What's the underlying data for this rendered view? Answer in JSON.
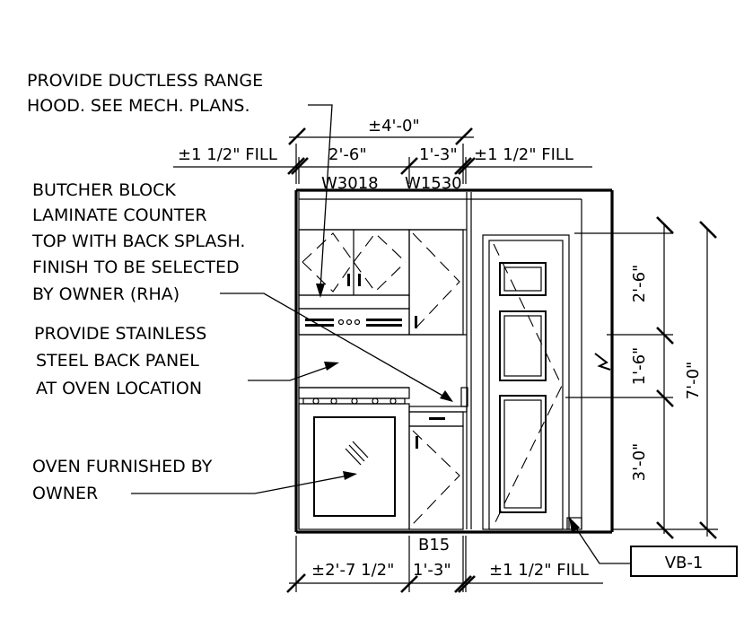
{
  "notes": {
    "range_hood": [
      "PROVIDE DUCTLESS RANGE",
      "HOOD.  SEE MECH. PLANS."
    ],
    "counter": [
      "BUTCHER BLOCK",
      "LAMINATE COUNTER",
      "TOP WITH BACK SPLASH.",
      "FINISH TO BE SELECTED",
      "BY OWNER (RHA)"
    ],
    "back_panel": [
      "PROVIDE STAINLESS",
      "STEEL BACK PANEL",
      "AT OVEN LOCATION"
    ],
    "oven": [
      "OVEN FURNISHED BY",
      "OWNER"
    ]
  },
  "dimensions": {
    "top_overall": "±4'-0\"",
    "top_fill_left": "±1 1/2\" FILL",
    "top_left_cab": "2'-6\"",
    "top_right_cab": "1'-3\"",
    "top_fill_right": "±1 1/2\" FILL",
    "bottom_left": "±2'-7 1/2\"",
    "bottom_mid": "1'-3\"",
    "bottom_fill": "±1 1/2\" FILL",
    "right_upper": "2'-6\"",
    "right_mid": "1'-6\"",
    "right_lower": "3'-0\"",
    "right_overall": "7'-0\""
  },
  "cabinet_labels": {
    "wall_cab_1": "W3018",
    "wall_cab_2": "W1530",
    "base_cab": "B15"
  },
  "tag": {
    "label": "VB-1"
  }
}
